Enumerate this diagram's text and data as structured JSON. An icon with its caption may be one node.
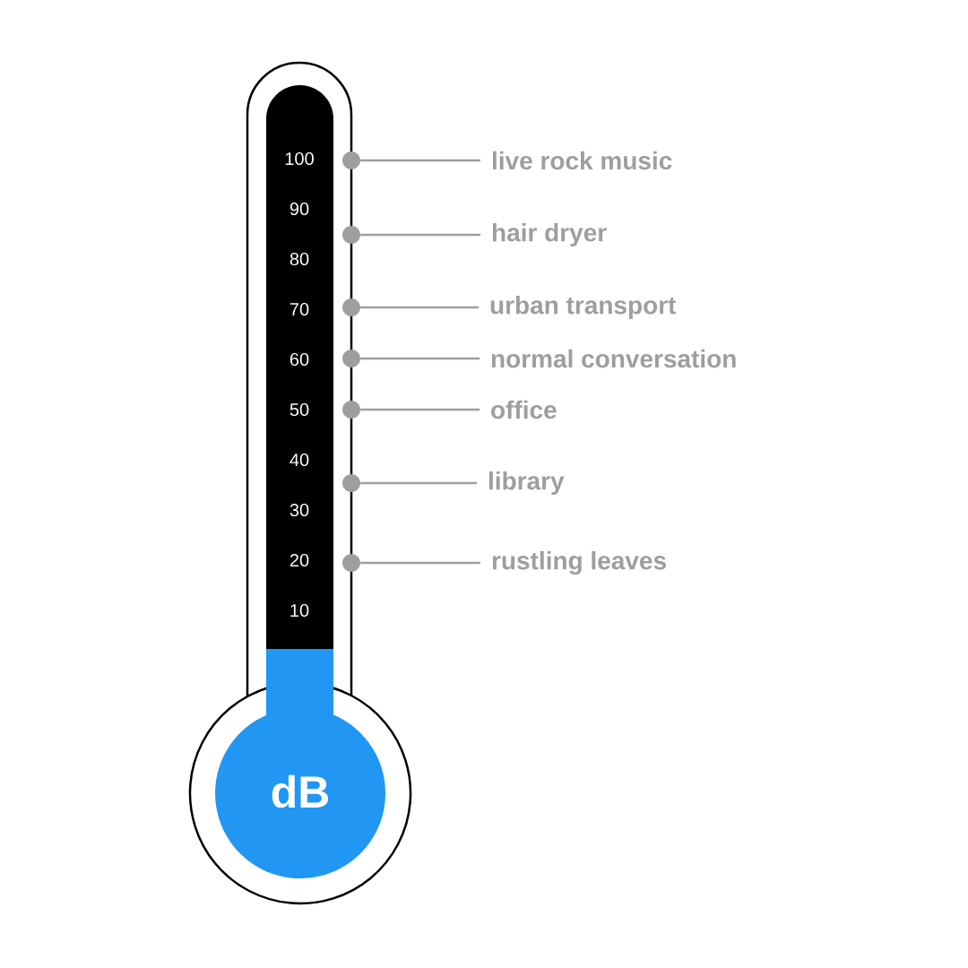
{
  "diagram": {
    "nodes": [
      {
        "text": [
          "live rock music"
        ]
      },
      {
        "text": [
          "hair dryer"
        ]
      },
      {
        "text": [
          "urban transport"
        ]
      },
      {
        "text": [
          "normal conversation"
        ]
      },
      {
        "text": [
          "office"
        ]
      },
      {
        "text": [
          "library"
        ]
      },
      {
        "text": [
          "rustling leaves"
        ]
      },
      {
        "text": [],
        "shape": "circle"
      },
      {
        "text": [],
        "shape": "circle"
      },
      {
        "text": [],
        "shape": "circle"
      },
      {
        "text": [],
        "shape": "circle"
      },
      {
        "text": [],
        "shape": "circle"
      },
      {
        "text": [],
        "shape": "circle"
      },
      {
        "text": [],
        "shape": "circle"
      }
    ],
    "edges": [
      {
        "from": 0,
        "to": 7,
        "arrow": "none"
      },
      {
        "from": 1,
        "to": 8,
        "arrow": "none"
      },
      {
        "from": 2,
        "to": 9,
        "arrow": "none"
      },
      {
        "from": 3,
        "to": 10,
        "arrow": "none"
      },
      {
        "from": 4,
        "to": 11,
        "arrow": "none"
      },
      {
        "from": 5,
        "to": 12,
        "arrow": "none"
      },
      {
        "from": 6,
        "to": 13,
        "arrow": "none"
      }
    ],
    "labels": [
      "100",
      "90",
      "80",
      "70",
      "60",
      "50",
      "40",
      "30",
      "20",
      "10",
      "dB"
    ]
  }
}
